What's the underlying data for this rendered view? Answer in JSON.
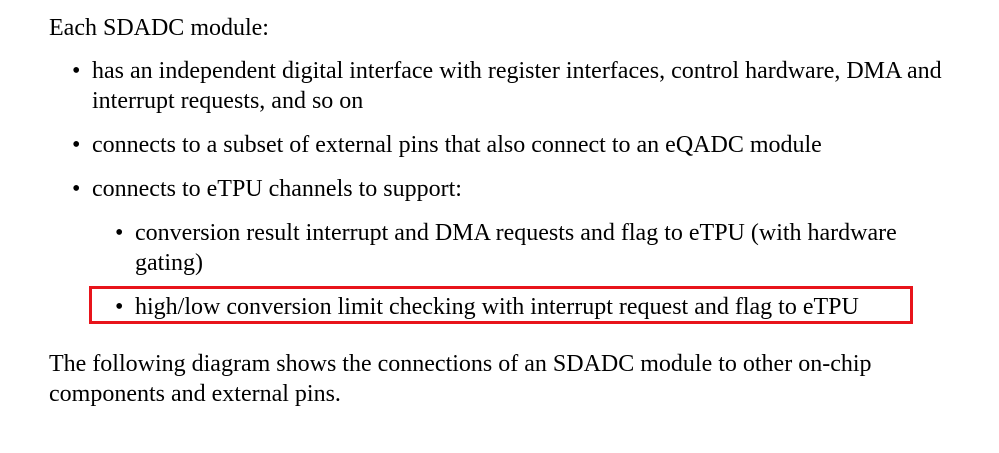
{
  "intro": "Each SDADC module:",
  "bullet_glyph": "•",
  "items": [
    "has an independent digital interface with register interfaces, control hardware, DMA and interrupt requests, and so on",
    "connects to a subset of external pins that also connect to an eQADC module",
    "connects to eTPU channels to support:"
  ],
  "subitems": [
    "conversion result interrupt and DMA requests and flag to eTPU (with hardware gating)",
    "high/low conversion limit checking with interrupt request and flag to eTPU"
  ],
  "outro": "The following diagram shows the connections of an SDADC module to other on-chip components and external pins.",
  "highlight_color": "#e8141b"
}
